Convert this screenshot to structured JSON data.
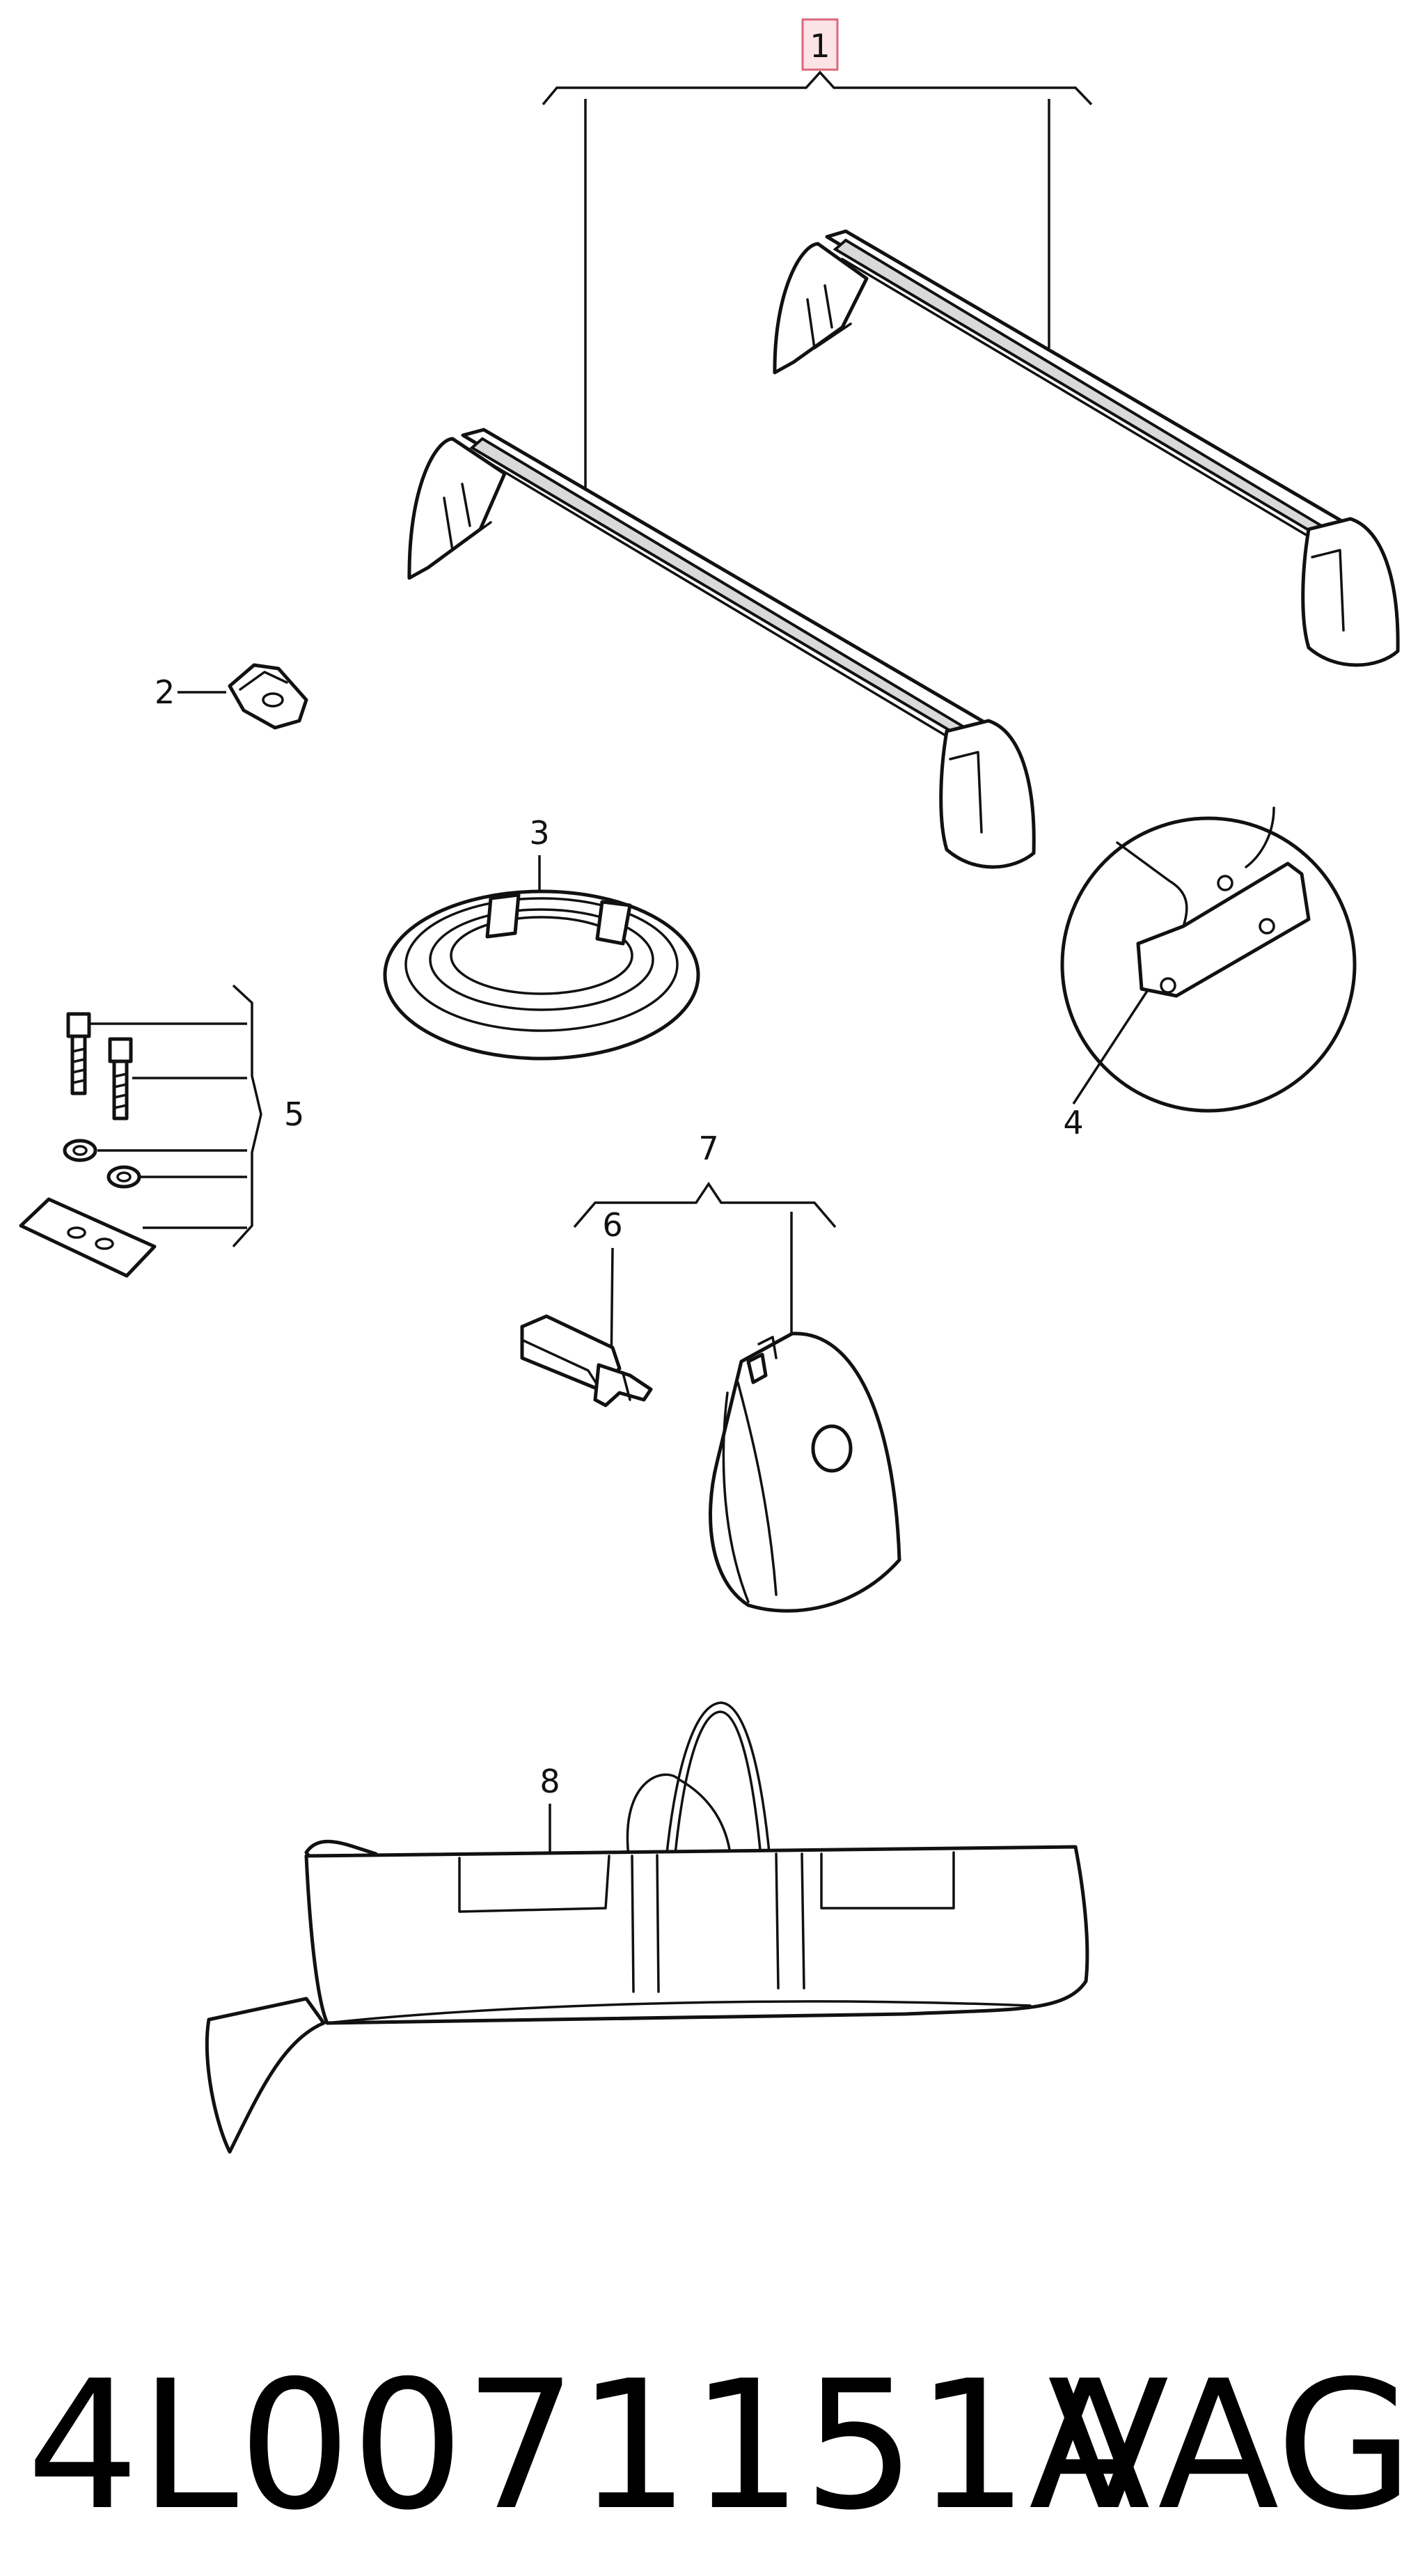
{
  "callouts": {
    "p1": "1",
    "p2": "2",
    "p3": "3",
    "p4": "4",
    "p5": "5",
    "p6": "6",
    "p7": "7",
    "p8": "8"
  },
  "part_number": "4L0071151A",
  "brand": "VAG",
  "colors": {
    "line": "#111111",
    "highlight_fill": "#fbe3e6",
    "highlight_stroke": "#d9697a"
  }
}
